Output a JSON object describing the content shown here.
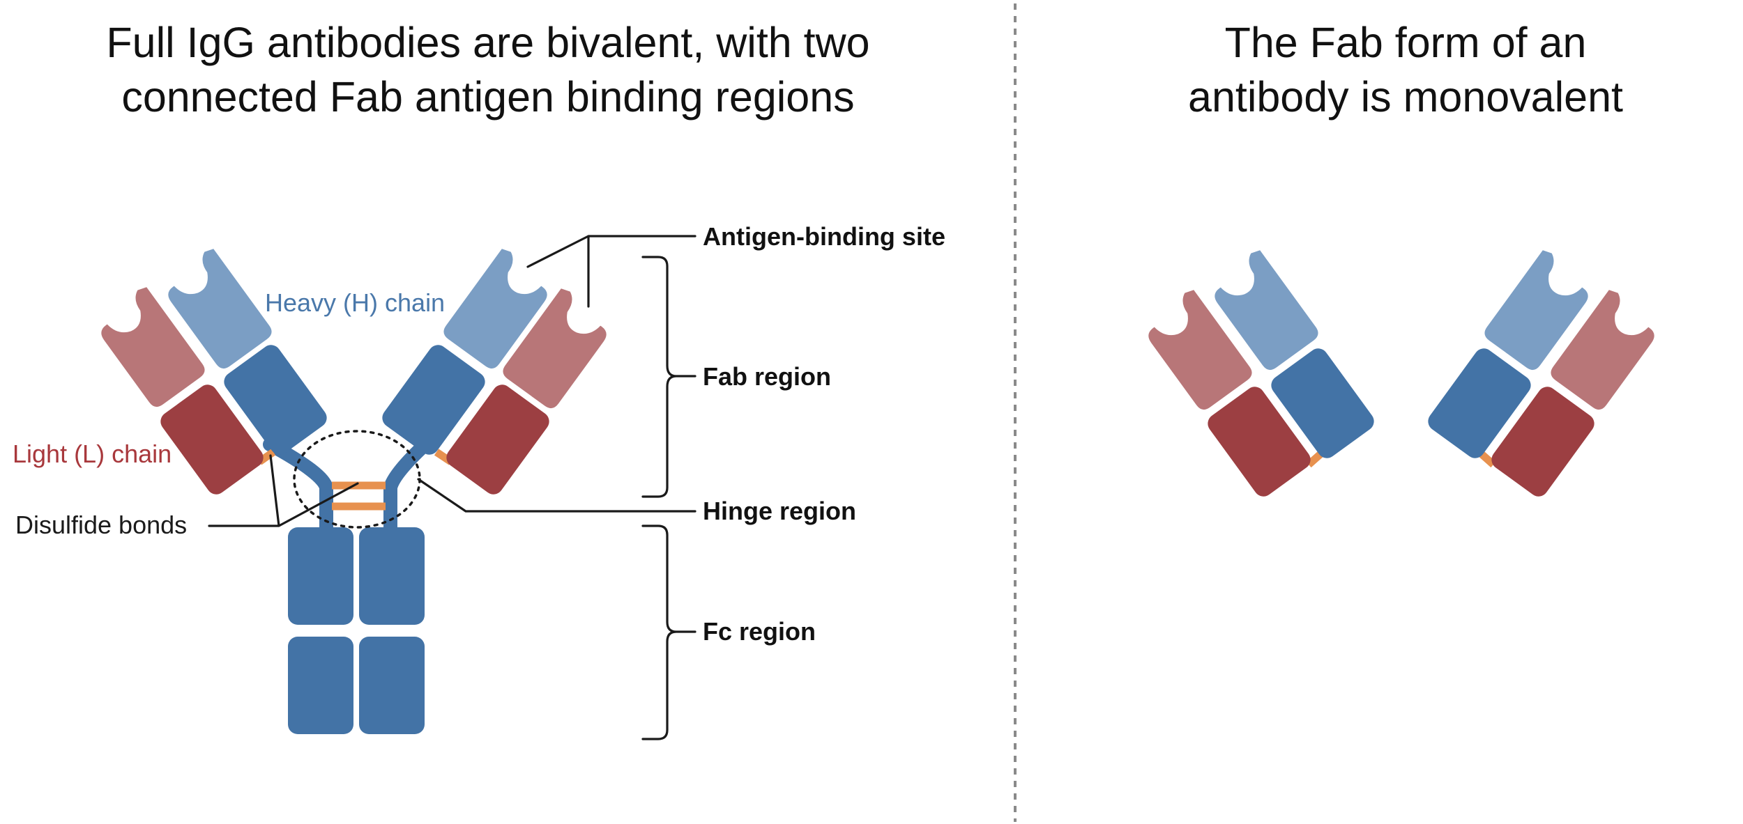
{
  "left_panel": {
    "title_line1": "Full IgG antibodies are bivalent, with two",
    "title_line2": "connected Fab antigen binding regions",
    "labels": {
      "heavy_chain": "Heavy (H) chain",
      "light_chain": "Light (L) chain",
      "disulfide_bonds": "Disulfide bonds",
      "antigen_binding_site": "Antigen-binding site",
      "fab_region": "Fab region",
      "hinge_region": "Hinge region",
      "fc_region": "Fc region"
    }
  },
  "right_panel": {
    "title_line1": "The Fab form of an",
    "title_line2": "antibody is monovalent"
  },
  "colors": {
    "heavy_variable": "#7b9ec4",
    "heavy_constant": "#4373a6",
    "light_variable": "#b87678",
    "light_constant": "#9c3f42",
    "disulfide": "#e7914f",
    "heavy_label": "#4a78aa",
    "light_label": "#a8383c",
    "divider": "#8a8a8a"
  }
}
